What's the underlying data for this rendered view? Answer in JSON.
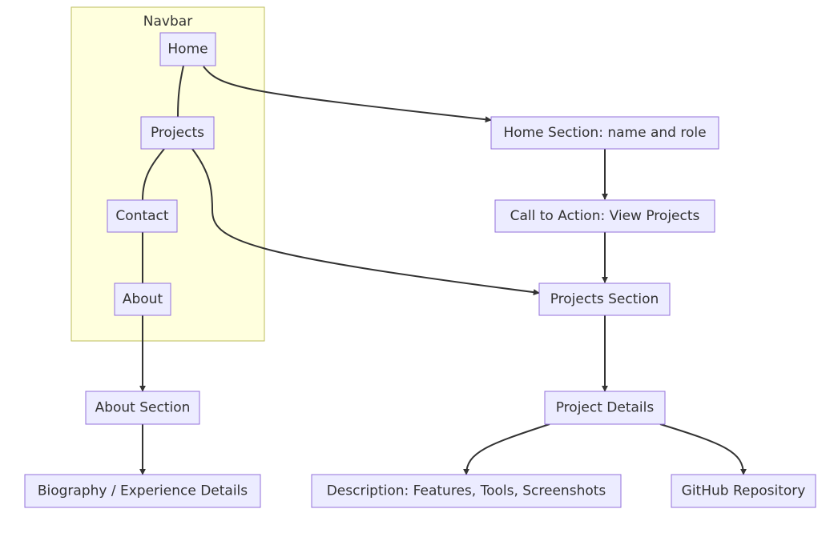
{
  "cluster": {
    "title": "Navbar"
  },
  "nodes": {
    "home": "Home",
    "projects": "Projects",
    "contact": "Contact",
    "about": "About",
    "home_section": "Home Section: name and role",
    "cta": "Call to Action: View Projects",
    "projects_section": "Projects Section",
    "about_section": "About Section",
    "project_details": "Project Details",
    "bio": "Biography / Experience Details",
    "description": "Description: Features, Tools, Screenshots",
    "github": "GitHub Repository"
  },
  "colors": {
    "node_fill": "#ececff",
    "node_stroke": "#9370db",
    "cluster_fill": "#ffffde",
    "cluster_stroke": "#bdbd5c",
    "edge": "#333333",
    "text": "#333333"
  }
}
